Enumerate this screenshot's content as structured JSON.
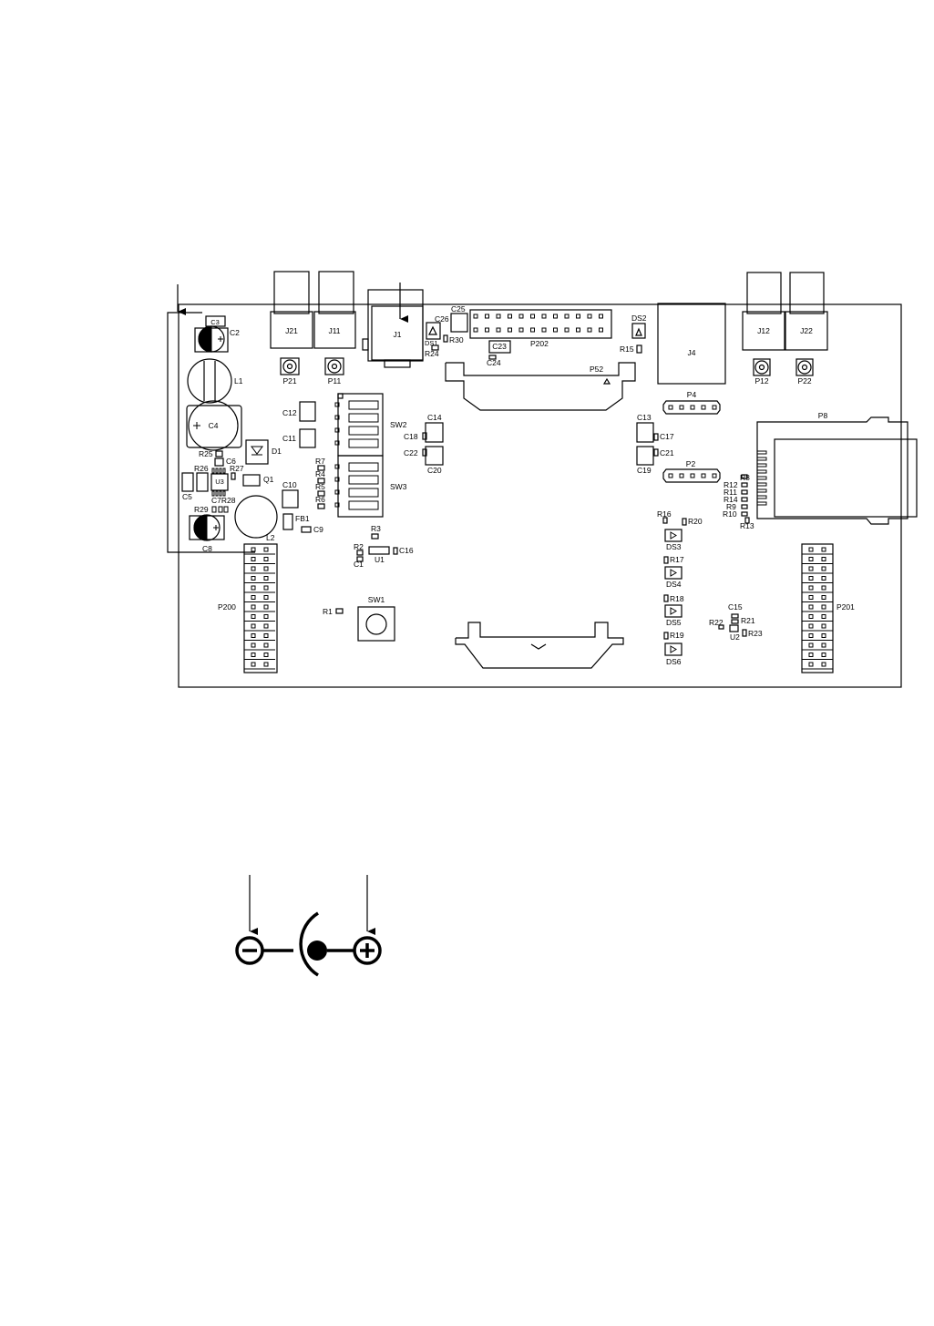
{
  "labels": {
    "C3": "C3",
    "C2": "C2",
    "L1": "L1",
    "C4": "C4",
    "R25": "R25",
    "C6": "C6",
    "R26": "R26",
    "R27": "R27",
    "U3": "U3",
    "C5": "C5",
    "C7R28": "C7R28",
    "R29": "R29",
    "C8": "C8",
    "L2": "L2",
    "D1": "D1",
    "Q1": "Q1",
    "J21": "J21",
    "J11": "J11",
    "J1": "J1",
    "P21": "P21",
    "P11": "P11",
    "C12": "C12",
    "C11": "C11",
    "C10": "C10",
    "FB1": "FB1",
    "C9": "C9",
    "P200": "P200",
    "SW2": "SW2",
    "SW3": "SW3",
    "R7": "R7",
    "R4": "R4",
    "R5": "R5",
    "R6": "R6",
    "R3": "R3",
    "R2": "R2",
    "C1": "C1",
    "U1": "U1",
    "C16": "C16",
    "R1": "R1",
    "SW1": "SW1",
    "C26": "C26",
    "DS1": "DS1",
    "R24": "R24",
    "R30": "R30",
    "C25": "C25",
    "P202": "P202",
    "C23": "C23",
    "C24": "C24",
    "P52": "P52",
    "C14": "C14",
    "C18": "C18",
    "C22": "C22",
    "C20": "C20",
    "DS2": "DS2",
    "R15": "R15",
    "J4": "J4",
    "P4": "P4",
    "C13": "C13",
    "C17": "C17",
    "C21": "C21",
    "C19": "C19",
    "P2": "P2",
    "J12": "J12",
    "J22": "J22",
    "P12": "P12",
    "P22": "P22",
    "P8": "P8",
    "R8": "R8",
    "R12": "R12",
    "R11": "R11",
    "R14": "R14",
    "R9": "R9",
    "R10": "R10",
    "R13": "R13",
    "R16": "R16",
    "R20": "R20",
    "DS3": "DS3",
    "R17": "R17",
    "DS4": "DS4",
    "R18": "R18",
    "DS5": "DS5",
    "R19": "R19",
    "DS6": "DS6",
    "C15": "C15",
    "R22": "R22",
    "R21": "R21",
    "U2": "U2",
    "R23": "R23",
    "P201": "P201"
  }
}
